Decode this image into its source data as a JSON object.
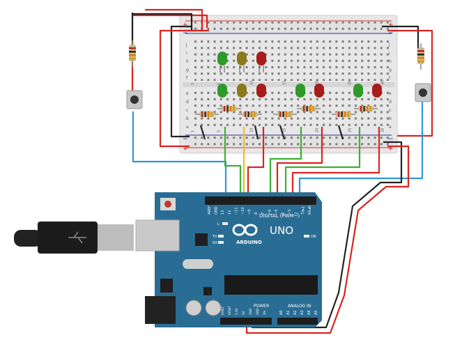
{
  "board": {
    "brand": "ARDUINO",
    "model": "UNO",
    "digital_label": "DIGITAL (PWM~)",
    "power_label": "POWER",
    "analog_label": "ANALOG IN",
    "led_l": "L",
    "led_tx": "TX",
    "led_rx": "RX",
    "led_on": "ON",
    "top_pins": [
      "AREF",
      "GND",
      "13",
      "12",
      "~11",
      "~10",
      "~9",
      "8",
      "7",
      "~6",
      "~5",
      "4",
      "~3",
      "2",
      "TX▸1",
      "RX◂0"
    ],
    "power_pins": [
      "IOREF",
      "RESET",
      "3.3V",
      "5V",
      "GND",
      "GND",
      "Vin"
    ],
    "analog_pins": [
      "A0",
      "A1",
      "A2",
      "A3",
      "A4",
      "A5"
    ]
  },
  "breadboard": {
    "row_letters_top": [
      "j",
      "i",
      "h",
      "g",
      "f"
    ],
    "row_letters_bottom": [
      "e",
      "d",
      "c",
      "b",
      "a"
    ],
    "rail_plus": "+",
    "rail_minus": "−",
    "column_numbers": [
      "1",
      "",
      "",
      "",
      "5",
      "",
      "",
      "",
      "",
      "10",
      "",
      "",
      "",
      "",
      "15",
      "",
      "",
      "",
      "",
      "20",
      "",
      "",
      "",
      "",
      "25",
      "",
      "",
      "",
      "",
      "30"
    ]
  },
  "colors": {
    "board_blue": "#2a6d94",
    "wire_red": "#d9231f",
    "wire_black": "#222222",
    "wire_green": "#3bb02f",
    "wire_yellow": "#e8c31a",
    "wire_blue": "#2f97d4",
    "led_green": "#2f9a2a",
    "led_yellow": "#8a7a1c",
    "led_red": "#a81c1c"
  }
}
